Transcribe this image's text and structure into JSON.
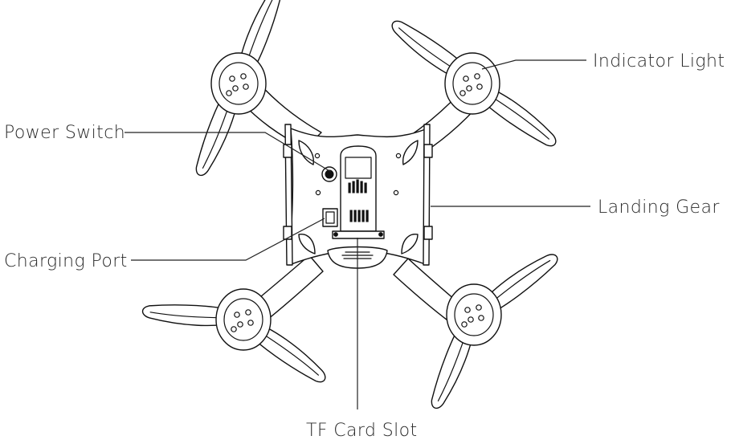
{
  "labels": {
    "indicator_light": "Indicator Light",
    "power_switch": "Power Switch",
    "landing_gear": "Landing Gear",
    "charging_port": "Charging Port",
    "tf_card_slot": "TF Card Slot"
  }
}
